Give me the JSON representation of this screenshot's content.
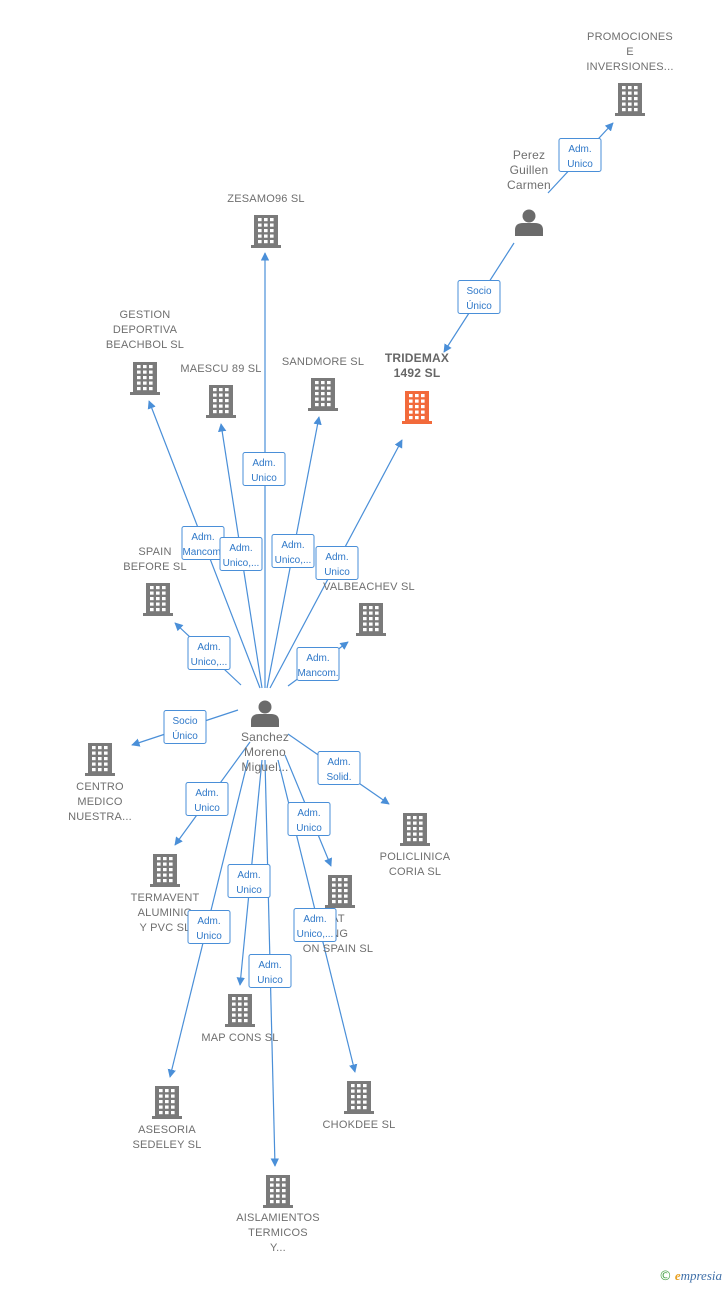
{
  "colors": {
    "edge": "#4a8fd8",
    "company": "#7a7a7a",
    "focus_company": "#f26a3b",
    "person": "#6b6b6b",
    "badge_text": "#2f78c8"
  },
  "icons": {
    "company": "building-icon",
    "person": "person-icon"
  },
  "companies": [
    {
      "id": "promociones",
      "label": [
        "PROMOCIONES",
        "E",
        "INVERSIONES..."
      ]
    },
    {
      "id": "zesamo96",
      "label": [
        "ZESAMO96  SL"
      ]
    },
    {
      "id": "gestion",
      "label": [
        "GESTION",
        "DEPORTIVA",
        "BEACHBOL  SL"
      ]
    },
    {
      "id": "maescu",
      "label": [
        "MAESCU 89 SL"
      ]
    },
    {
      "id": "sandmore",
      "label": [
        "SANDMORE  SL"
      ]
    },
    {
      "id": "tridemax",
      "label": [
        "TRIDEMAX",
        "1492  SL"
      ],
      "focus": true
    },
    {
      "id": "spain_before",
      "label": [
        "SPAIN",
        "BEFORE  SL"
      ]
    },
    {
      "id": "valbeachev",
      "label": [
        "VALBEACHEV SL"
      ]
    },
    {
      "id": "centro_medico",
      "label": [
        "CENTRO",
        "MEDICO",
        "NUESTRA..."
      ]
    },
    {
      "id": "policlinica",
      "label": [
        "POLICLINICA",
        "CORIA  SL"
      ]
    },
    {
      "id": "termavent",
      "label": [
        "TERMAVENT",
        "ALUMINIO",
        "Y PVC SL"
      ]
    },
    {
      "id": "heat_trading",
      "label": [
        "AT",
        "ING",
        "ON SPAIN  SL"
      ]
    },
    {
      "id": "map_cons",
      "label": [
        "MAP CONS SL"
      ]
    },
    {
      "id": "asesoria",
      "label": [
        "ASESORIA",
        "SEDELEY  SL"
      ]
    },
    {
      "id": "chokdee",
      "label": [
        "CHOKDEE  SL"
      ]
    },
    {
      "id": "aislamientos",
      "label": [
        "AISLAMIENTOS",
        "TERMICOS",
        "Y..."
      ]
    }
  ],
  "persons": [
    {
      "id": "perez",
      "label": [
        "Perez",
        "Guillen",
        "Carmen"
      ]
    },
    {
      "id": "sanchez",
      "label": [
        "Sanchez",
        "Moreno",
        "Miguel..."
      ]
    }
  ],
  "edges": [
    {
      "from": "perez",
      "to": "promociones",
      "badge": [
        "Adm.",
        "Unico"
      ]
    },
    {
      "from": "perez",
      "to": "tridemax",
      "badge": [
        "Socio",
        "Único"
      ]
    },
    {
      "from": "sanchez",
      "to": "zesamo96",
      "badge": [
        "Adm.",
        "Unico"
      ]
    },
    {
      "from": "sanchez",
      "to": "gestion",
      "badge": [
        "Adm.",
        "Mancom."
      ]
    },
    {
      "from": "sanchez",
      "to": "maescu",
      "badge": [
        "Adm.",
        "Unico,..."
      ]
    },
    {
      "from": "sanchez",
      "to": "sandmore",
      "badge": [
        "Adm.",
        "Unico,..."
      ]
    },
    {
      "from": "sanchez",
      "to": "tridemax",
      "badge": [
        "Adm.",
        "Unico"
      ]
    },
    {
      "from": "sanchez",
      "to": "spain_before",
      "badge": [
        "Adm.",
        "Unico,..."
      ]
    },
    {
      "from": "sanchez",
      "to": "valbeachev",
      "badge": [
        "Adm.",
        "Mancom."
      ]
    },
    {
      "from": "sanchez",
      "to": "centro_medico",
      "badge": [
        "Socio",
        "Único"
      ]
    },
    {
      "from": "sanchez",
      "to": "policlinica",
      "badge": [
        "Adm.",
        "Solid."
      ]
    },
    {
      "from": "sanchez",
      "to": "termavent",
      "badge": [
        "Adm.",
        "Unico"
      ]
    },
    {
      "from": "sanchez",
      "to": "heat_trading",
      "badge": [
        "Adm.",
        "Unico"
      ]
    },
    {
      "from": "sanchez",
      "to": "map_cons",
      "badge": [
        "Adm.",
        "Unico"
      ]
    },
    {
      "from": "sanchez",
      "to": "asesoria",
      "badge": [
        "Adm.",
        "Unico"
      ]
    },
    {
      "from": "sanchez",
      "to": "chokdee",
      "badge": [
        "Adm.",
        "Unico,..."
      ]
    },
    {
      "from": "sanchez",
      "to": "aislamientos",
      "badge": [
        "Adm.",
        "Unico"
      ]
    }
  ],
  "watermark": {
    "copyright": "©",
    "brand_initial": "e",
    "brand_rest": "mpresia"
  }
}
